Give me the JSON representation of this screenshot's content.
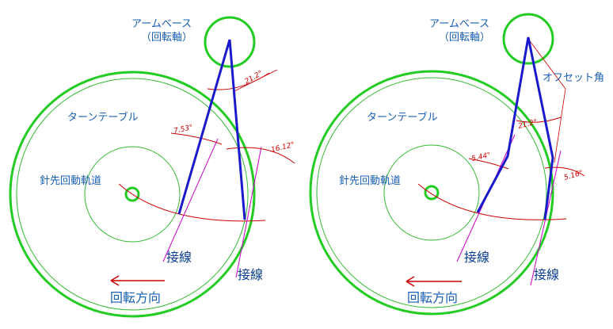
{
  "diagrams": [
    {
      "arm_base_label": "アームベース",
      "pivot_label": "（回転軸）",
      "turntable_label": "ターンテーブル",
      "needle_path_label": "針先回動軌道",
      "tangent_inner_label": "接線",
      "tangent_outer_label": "接線",
      "rotation_label": "回転方向",
      "angle_top": "21.2°",
      "angle_inner": "7.53°",
      "angle_outer": "16.12°",
      "offset_label": ""
    },
    {
      "arm_base_label": "アームベース",
      "pivot_label": "（回転軸）",
      "turntable_label": "ターンテーブル",
      "needle_path_label": "針先回動軌道",
      "tangent_inner_label": "接線",
      "tangent_outer_label": "接線",
      "rotation_label": "回転方向",
      "angle_top": "21.2°",
      "angle_inner": "5.44°",
      "angle_outer": "5.16°",
      "offset_label": "オフセット角"
    }
  ],
  "colors": {
    "turntable": "#22cc22",
    "inner_circle": "#33bb33",
    "arm": "#1a1acc",
    "arc": "#cc0000",
    "tangent": "#cc00cc",
    "label": "#1a5fb4"
  }
}
